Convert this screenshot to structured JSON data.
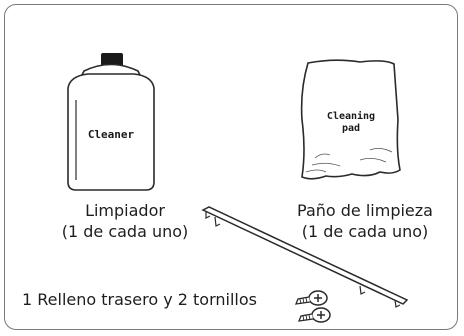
{
  "items": {
    "cleaner": {
      "product_label": "Cleaner",
      "caption_line1": "Limpiador",
      "caption_line2": "(1 de cada uno)"
    },
    "pad": {
      "product_label_line1": "Cleaning",
      "product_label_line2": "pad",
      "caption_line1": "Paño de limpieza",
      "caption_line2": "(1 de cada uno)"
    },
    "filler": {
      "caption": "1 Relleno trasero y 2 tornillos"
    }
  },
  "icons": [
    "cleaner-bottle-icon",
    "cleaning-pad-icon",
    "back-filler-bar-icon",
    "screw-icon"
  ]
}
